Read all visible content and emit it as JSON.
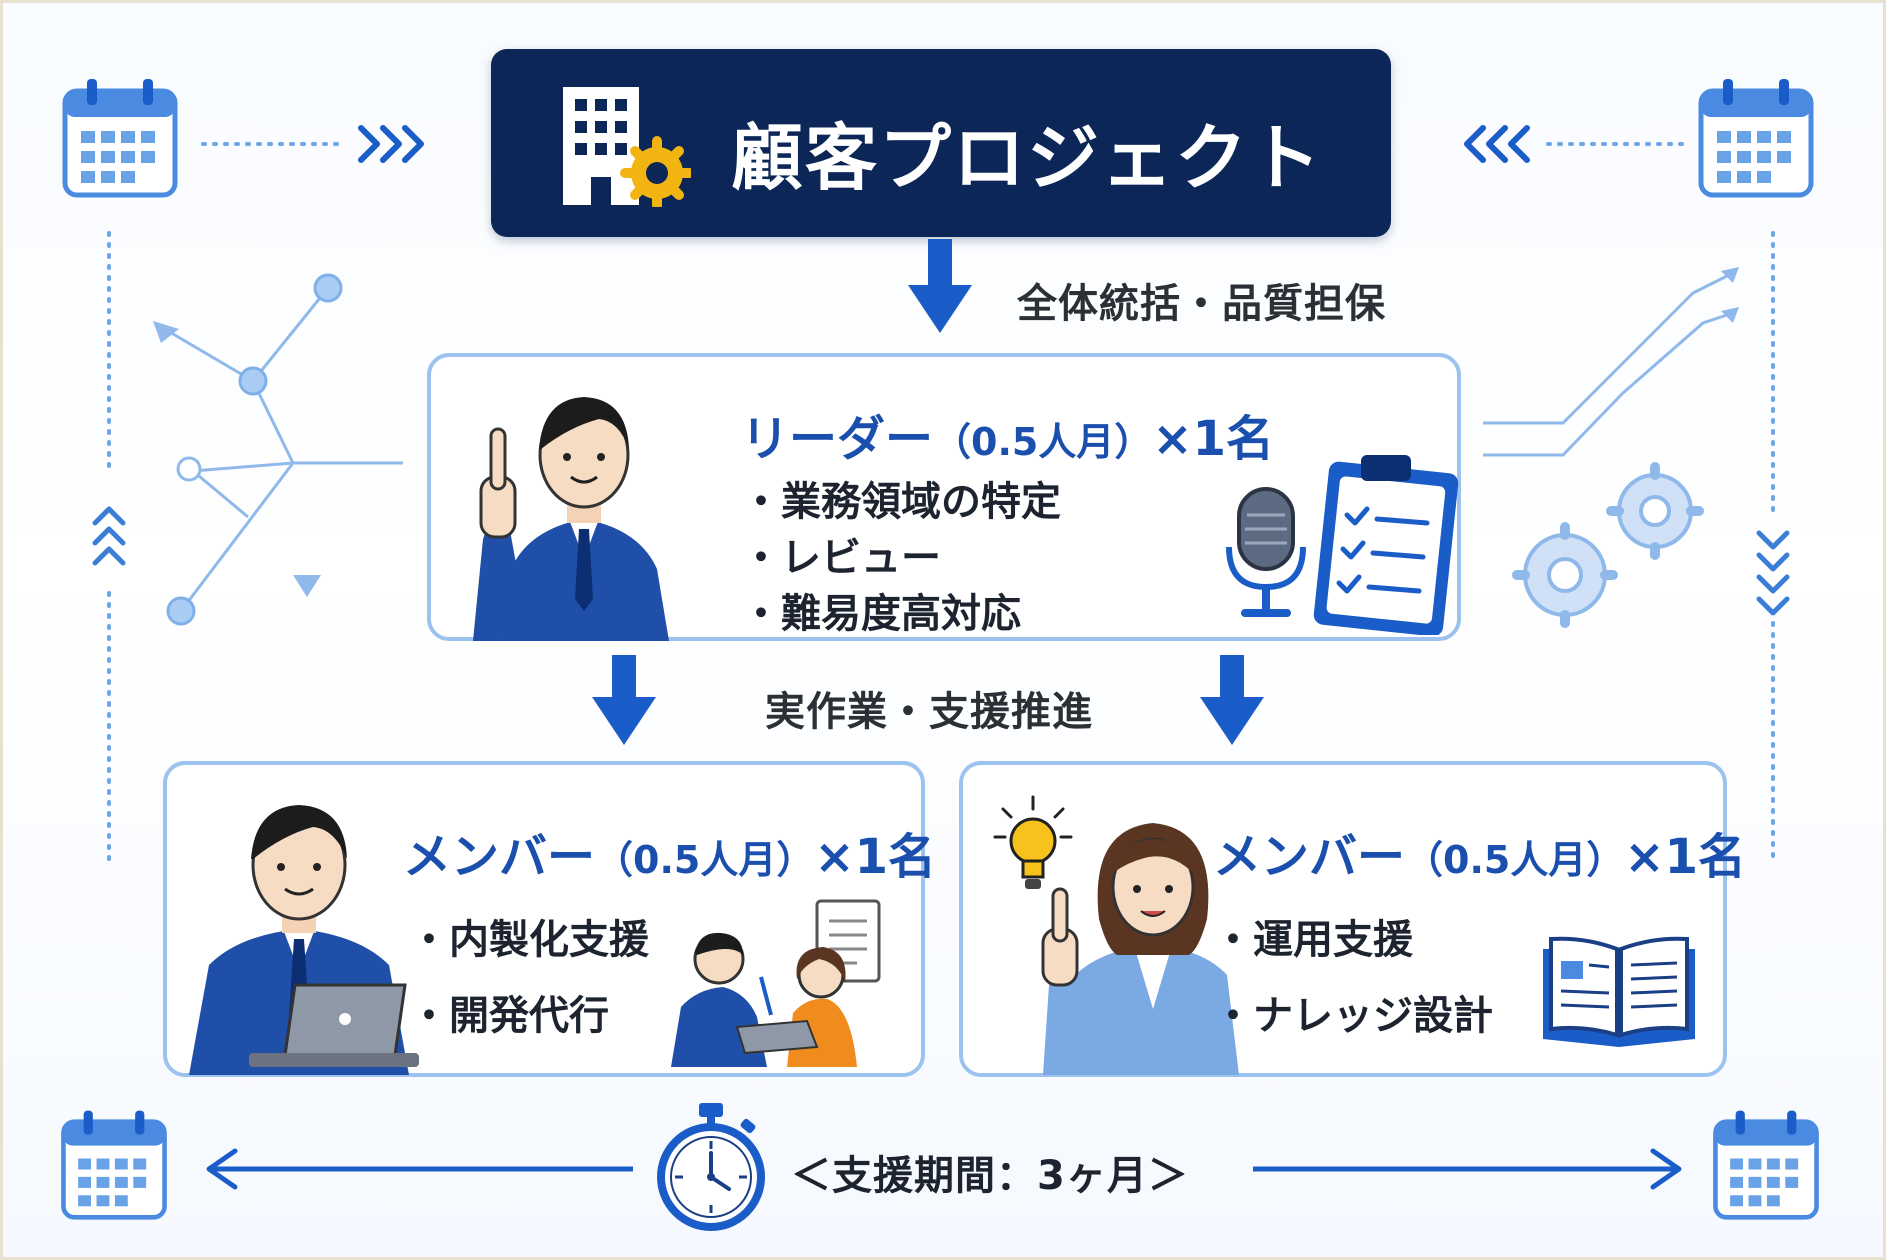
{
  "header": {
    "title": "顧客プロジェクト"
  },
  "edges": {
    "top_label": "全体統括・品質担保",
    "middle_label": "実作業・支援推進"
  },
  "leader": {
    "role": "リーダー",
    "effort": "（0.5人月）",
    "count": "×1名",
    "bullets": [
      "・業務領域の特定",
      "・レビュー",
      "・難易度高対応"
    ]
  },
  "member_left": {
    "role": "メンバー",
    "effort": "（0.5人月）",
    "count": "×1名",
    "bullets": [
      "・内製化支援",
      "・開発代行"
    ]
  },
  "member_right": {
    "role": "メンバー",
    "effort": "（0.5人月）",
    "count": "×1名",
    "bullets": [
      "・運用支援",
      "・ナレッジ設計"
    ]
  },
  "period": {
    "label": "＜支援期間：3ヶ月＞"
  },
  "icons": {
    "header": "building-gear-icon",
    "leader": "businessman-pointing-icon",
    "member_left": "businessman-laptop-icon",
    "member_right": "businesswoman-idea-icon",
    "period": "stopwatch-icon"
  },
  "colors": {
    "header_bg": "#0c2657",
    "accent": "#1a5cc8",
    "card_border": "#9cc2ef",
    "gear": "#f2b410"
  }
}
